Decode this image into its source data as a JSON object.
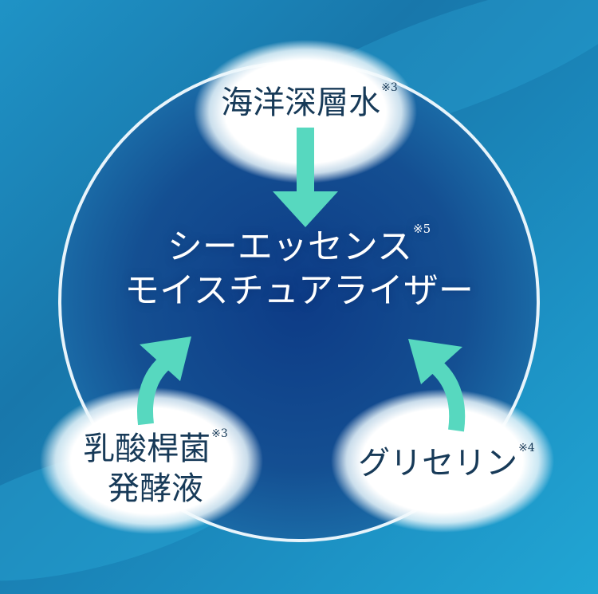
{
  "center": {
    "line1": "シーエッセンス",
    "line1_note": "※5",
    "line2": "モイスチュアライザー"
  },
  "nodes": {
    "top": {
      "label": "海洋深層水",
      "note": "※3"
    },
    "bottom_left": {
      "line1": "乳酸桿菌",
      "line1_note": "※3",
      "line2": "発酵液"
    },
    "bottom_right": {
      "label": "グリセリン",
      "note": "※4"
    }
  },
  "colors": {
    "arrow": "#57d8bf",
    "node_text": "#173a58",
    "center_text": "#ffffff",
    "bg_dark": "#123f7a",
    "bg_light": "#1d9ccd"
  }
}
